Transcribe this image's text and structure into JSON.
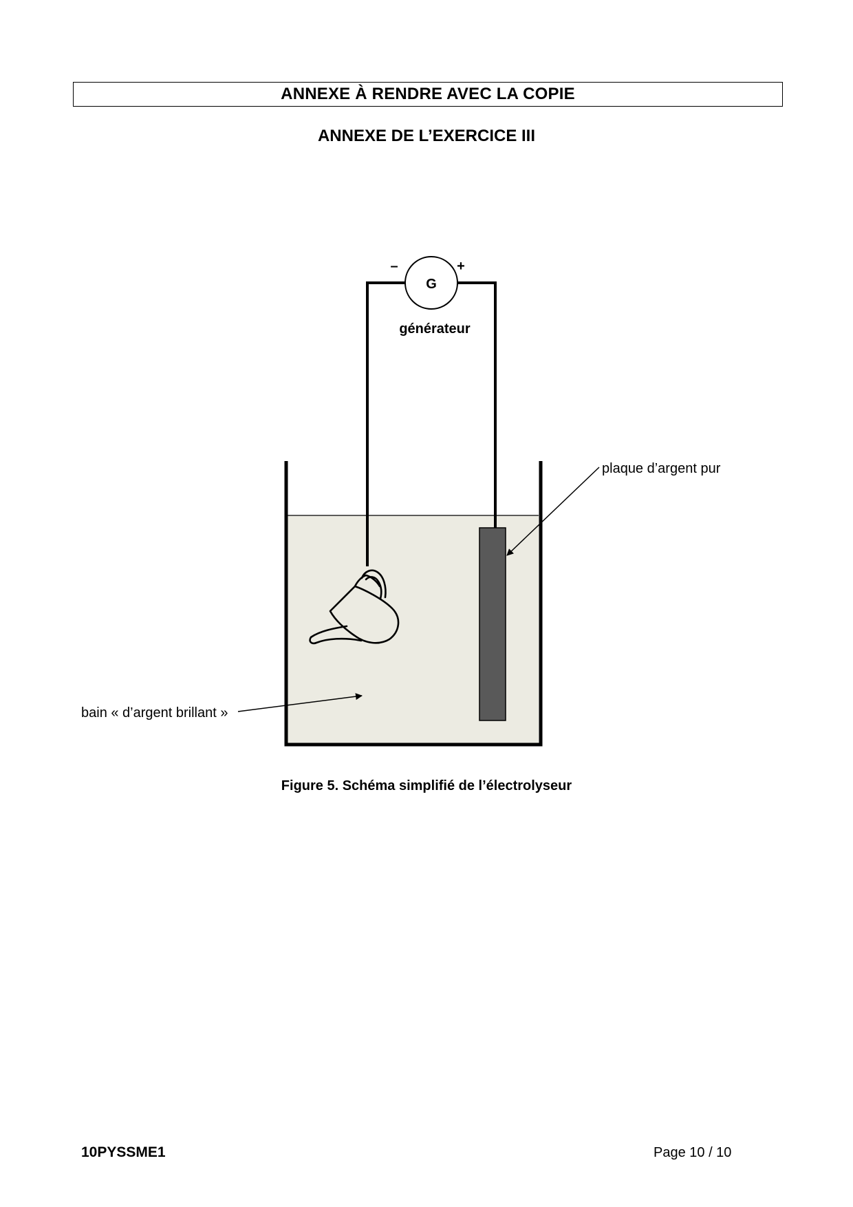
{
  "header": {
    "box_title": "ANNEXE À RENDRE AVEC LA COPIE",
    "section_title": "ANNEXE DE L’EXERCICE III"
  },
  "diagram": {
    "generator_symbol": "G",
    "minus_sign": "–",
    "plus_sign": "+",
    "generator_label": "générateur",
    "plate_label": "plaque d’argent pur",
    "bath_label": "bain « d’argent brillant »",
    "colors": {
      "bath": "#ecebe2",
      "plate": "#595959",
      "lines": "#000000"
    }
  },
  "caption": "Figure 5. Schéma simplifié de l’électrolyseur",
  "footer": {
    "code": "10PYSSME1",
    "page": "Page 10 / 10"
  }
}
